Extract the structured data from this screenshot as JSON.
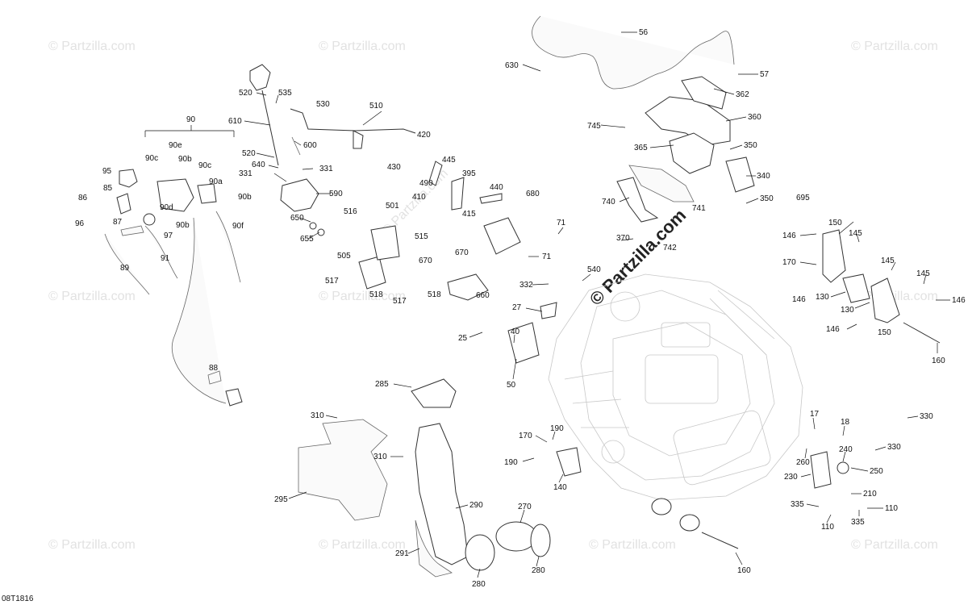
{
  "diagram": {
    "reference_code": "08T1816",
    "watermark": "© Partzilla.com",
    "callouts": [
      "630",
      "520",
      "535",
      "530",
      "510",
      "610",
      "600",
      "520",
      "640",
      "331",
      "331",
      "590",
      "650",
      "655",
      "90",
      "90e",
      "90c",
      "90b",
      "90c",
      "95",
      "85",
      "90a",
      "90b",
      "86",
      "90d",
      "96",
      "87",
      "90b",
      "97",
      "90f",
      "91",
      "89",
      "88",
      "420",
      "430",
      "445",
      "490",
      "395",
      "410",
      "440",
      "415",
      "680",
      "501",
      "516",
      "515",
      "505",
      "517",
      "518",
      "517",
      "518",
      "670",
      "670",
      "660",
      "56",
      "57",
      "362",
      "745",
      "360",
      "365",
      "350",
      "340",
      "740",
      "350",
      "741",
      "742",
      "370",
      "695",
      "150",
      "146",
      "145",
      "170",
      "145",
      "145",
      "146",
      "130",
      "130",
      "146",
      "146",
      "150",
      "160",
      "71",
      "71",
      "540",
      "332",
      "27",
      "25",
      "40",
      "50",
      "285",
      "310",
      "310",
      "295",
      "290",
      "270",
      "291",
      "280",
      "280",
      "170",
      "190",
      "190",
      "140",
      "17",
      "18",
      "330",
      "330",
      "260",
      "240",
      "250",
      "230",
      "210",
      "335",
      "110",
      "110",
      "335",
      "160"
    ]
  }
}
